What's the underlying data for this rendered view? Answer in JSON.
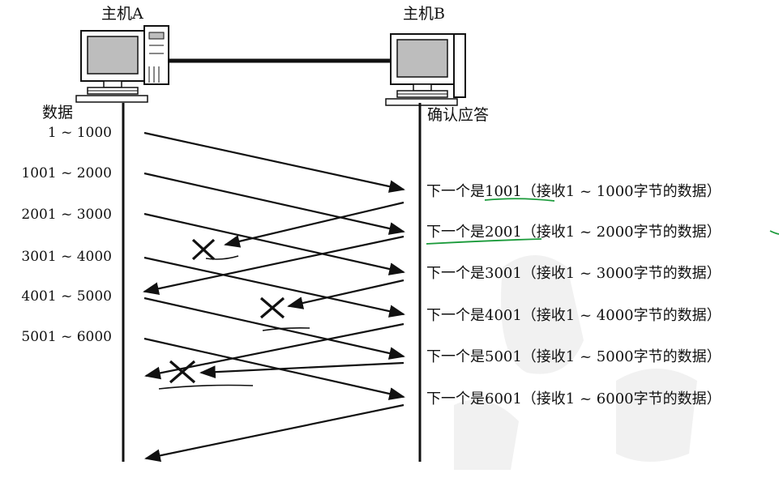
{
  "host_a": {
    "label": "主机A",
    "icon": "desktop-computer-icon"
  },
  "host_b": {
    "label": "主机B",
    "icon": "desktop-computer-icon"
  },
  "left_header": "数据",
  "right_header": "确认应答",
  "data_segments": [
    "1 ~ 1000",
    "1001 ~ 2000",
    "2001 ~ 3000",
    "3001 ~ 4000",
    "4001 ~ 5000",
    "5001 ~ 6000"
  ],
  "acks": [
    "下一个是1001（接收1 ~ 1000字节的数据）",
    "下一个是2001（接收1 ~ 2000字节的数据）",
    "下一个是3001（接收1 ~ 3000字节的数据）",
    "下一个是4001（接收1 ~ 4000字节的数据）",
    "下一个是5001（接收1 ~ 5000字节的数据）",
    "下一个是6001（接收1 ~ 6000字节的数据）"
  ],
  "lost_ack_marks": [
    "x-mark",
    "x-mark",
    "x-mark"
  ],
  "colors": {
    "line": "#111111",
    "annotation_green": "#1a9a3a",
    "watermark": "#e6e6e6"
  }
}
